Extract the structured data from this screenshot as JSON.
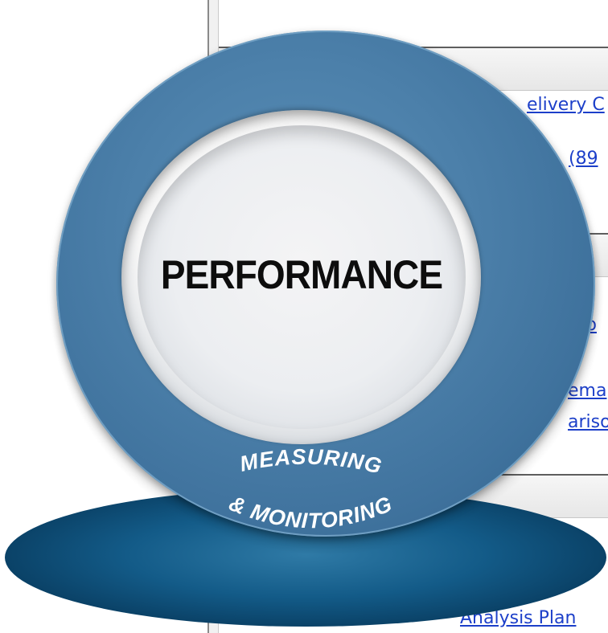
{
  "graphic": {
    "title": "PERFORMANCE",
    "ring_line1": "MEASURING",
    "ring_line2": "& MONITORING",
    "colors": {
      "ring": "#4a7ea8",
      "inner_face": "#eceef1",
      "floor": "#0c4a73",
      "label": "#ffffff"
    }
  },
  "background_page": {
    "links": [
      "elivery C",
      "(89",
      "p",
      "ema",
      "arison",
      "Analysis Plan"
    ]
  }
}
